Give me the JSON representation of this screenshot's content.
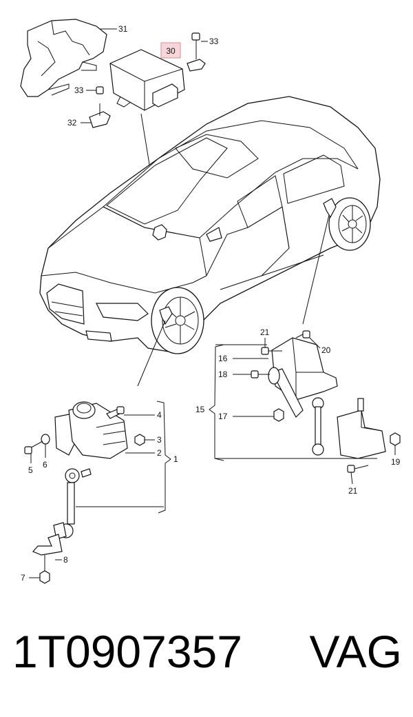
{
  "callouts": {
    "c1": "1",
    "c2": "2",
    "c3": "3",
    "c4": "4",
    "c5": "5",
    "c6": "6",
    "c7": "7",
    "c8": "8",
    "c15": "15",
    "c16": "16",
    "c17": "17",
    "c18": "18",
    "c19": "19",
    "c20": "20",
    "c21a": "21",
    "c21b": "21",
    "c30": "30",
    "c31": "31",
    "c32": "32",
    "c33a": "33",
    "c33b": "33"
  },
  "footer": {
    "part_number": "1T0907357",
    "brand": "VAG"
  },
  "colors": {
    "highlight_fill": "#f6d6d8",
    "highlight_stroke": "#d98c93",
    "line": "#111111"
  }
}
